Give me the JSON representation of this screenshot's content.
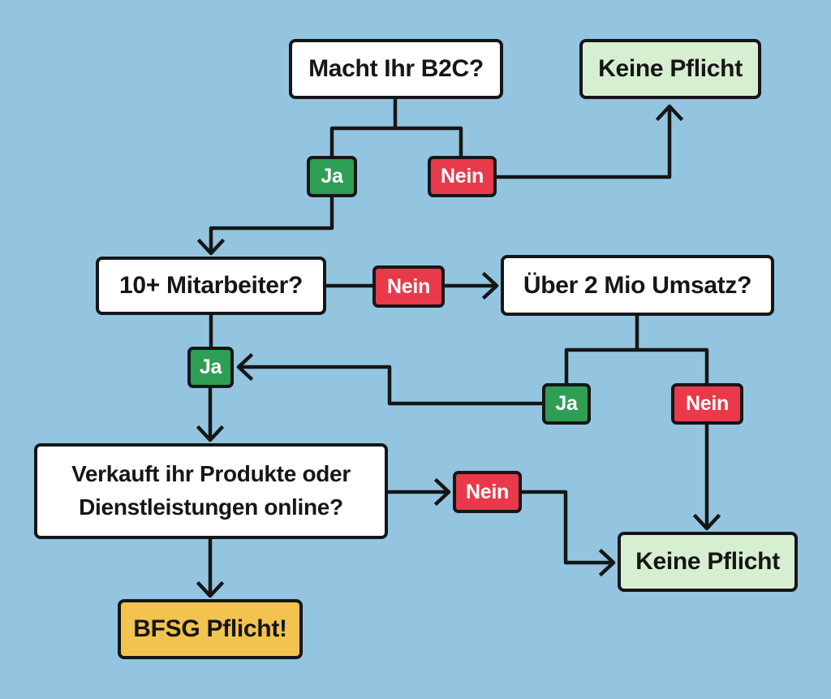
{
  "diagram": {
    "background_color": "#93c5e1",
    "line_color": "#161616",
    "colors": {
      "question_fill": "#ffffff",
      "yes_fill": "#2f9e55",
      "no_fill": "#e83a4b",
      "no_obligation_fill": "#d7efd1",
      "obligation_fill": "#f2c44f",
      "border": "#161616"
    },
    "nodes": {
      "q_b2c": {
        "label": "Macht Ihr B2C?"
      },
      "result_top": {
        "label": "Keine Pflicht"
      },
      "b2c_ja": {
        "label": "Ja"
      },
      "b2c_nein": {
        "label": "Nein"
      },
      "q_mitarbeiter": {
        "label": "10+ Mitarbeiter?"
      },
      "mitarbeiter_nein": {
        "label": "Nein"
      },
      "q_umsatz": {
        "label": "Über 2 Mio Umsatz?"
      },
      "mitarbeiter_ja": {
        "label": "Ja"
      },
      "umsatz_ja": {
        "label": "Ja"
      },
      "umsatz_nein": {
        "label": "Nein"
      },
      "q_online": {
        "label": "Verkauft ihr Produkte oder\nDienstleistungen online?"
      },
      "online_nein": {
        "label": "Nein"
      },
      "result_bottom": {
        "label": "Keine Pflicht"
      },
      "result_bfsg": {
        "label": "BFSG Pflicht!"
      }
    }
  }
}
